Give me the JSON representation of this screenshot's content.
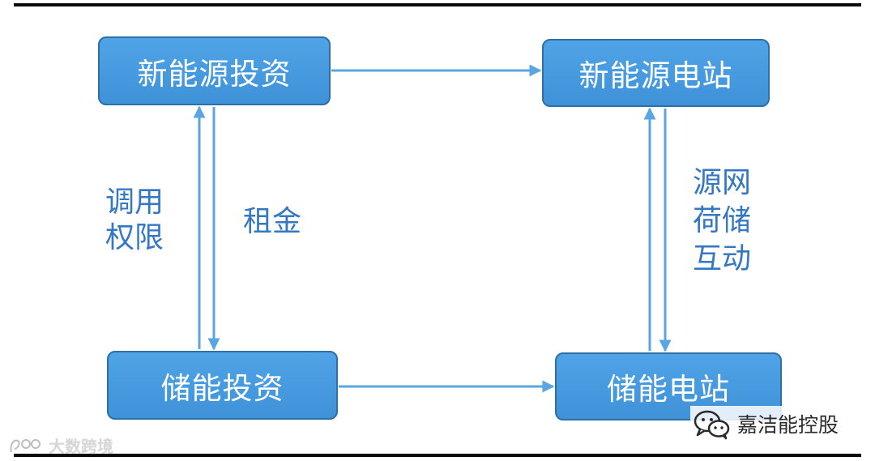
{
  "nodes": {
    "new_energy_investment": "新能源投资",
    "new_energy_station": "新能源电站",
    "storage_investment": "储能投资",
    "storage_station": "储能电站"
  },
  "edge_labels": {
    "dispatch_rights": "调用\n权限",
    "rent": "租金",
    "source_grid_load_storage": "源网\n荷储\n互动"
  },
  "watermarks": {
    "left": "大数跨境",
    "right": "嘉洁能控股"
  },
  "colors": {
    "node_fill": "#4a9de2",
    "node_border": "#2e6fa6",
    "arrow": "#5aa6e0",
    "label_text": "#3478c4"
  }
}
